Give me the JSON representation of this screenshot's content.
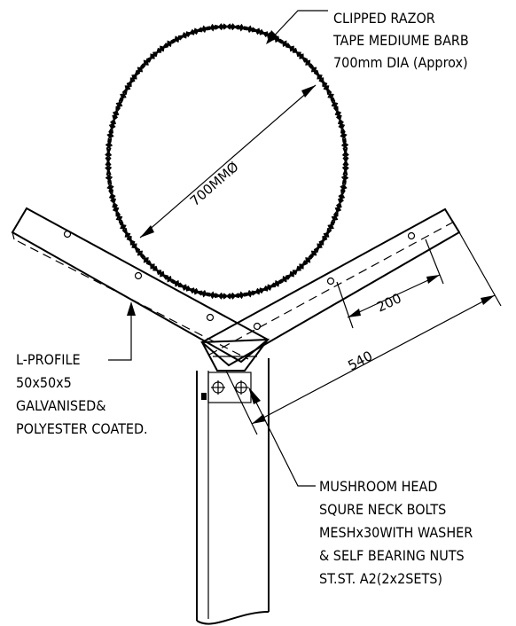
{
  "labels": {
    "razor_line1": "CLIPPED RAZOR",
    "razor_line2": "TAPE MEDIUME BARB",
    "razor_line3": "700mm DIA (Approx)",
    "profile_line1": "L-PROFILE",
    "profile_line2": "50x50x5",
    "profile_line3": "GALVANISED&",
    "profile_line4": "POLYESTER COATED.",
    "bolt_line1": "MUSHROOM HEAD",
    "bolt_line2": "SQURE NECK BOLTS",
    "bolt_line3": "MESHx30WITH WASHER",
    "bolt_line4": "& SELF BEARING NUTS",
    "bolt_line5": "ST.ST. A2(2x2SETS)"
  },
  "dimensions": {
    "diameter": "700MMØ",
    "hole_spacing": "200",
    "arm_length": "540"
  }
}
